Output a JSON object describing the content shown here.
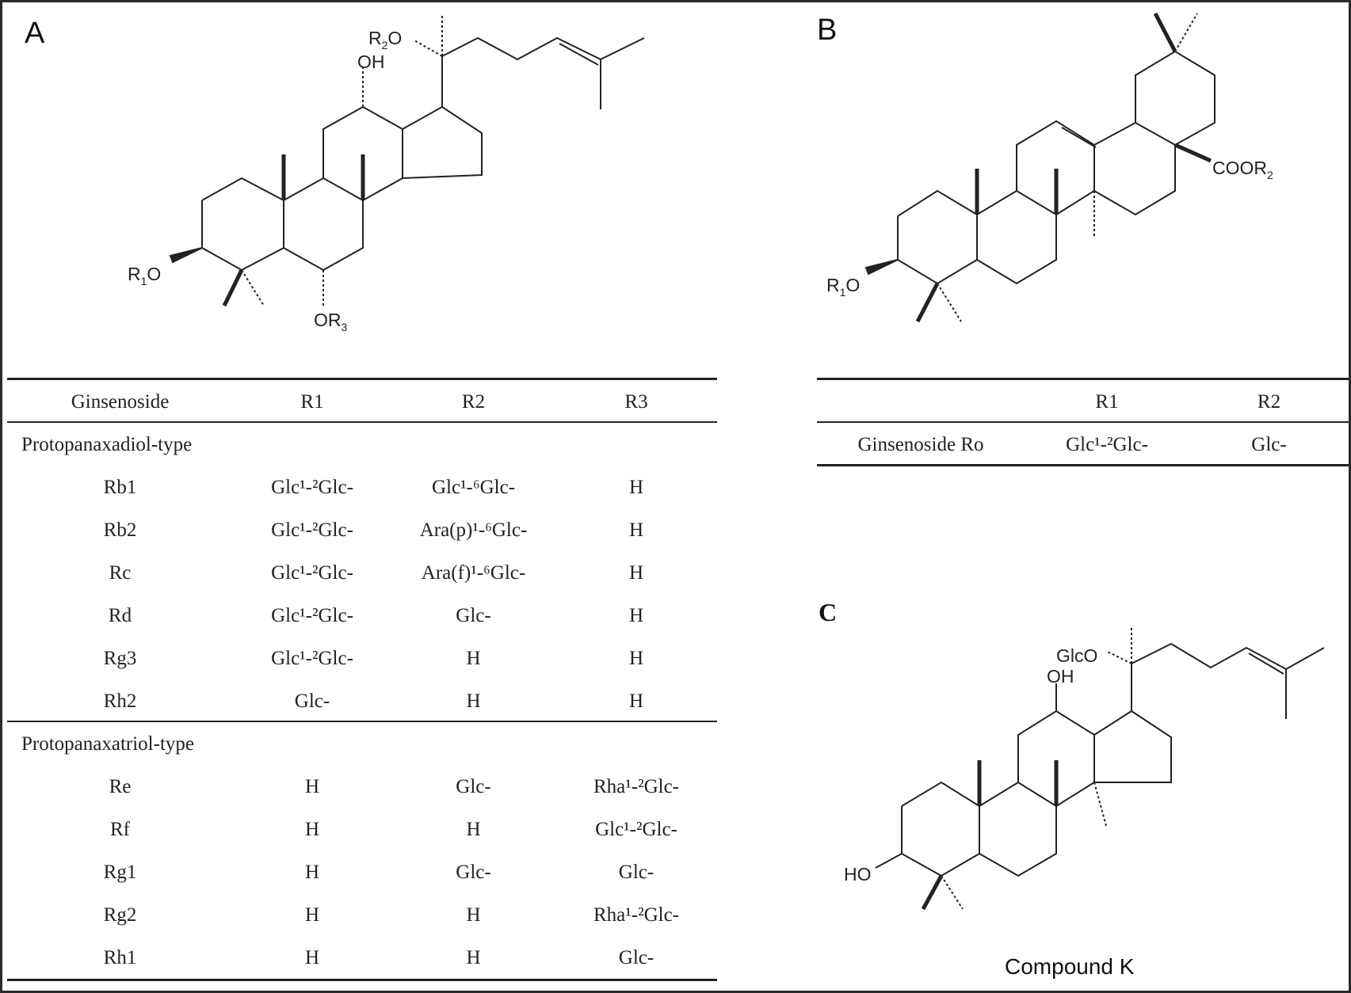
{
  "panels": {
    "a": {
      "letter": "A",
      "substituents": {
        "r2o": "R",
        "r2o_sub": "2",
        "r2o_tail": "O",
        "oh": "OH",
        "r1o": "R",
        "r1o_sub": "1",
        "r1o_tail": "O",
        "or3": "OR",
        "or3_sub": "3"
      },
      "table": {
        "headers": [
          "Ginsenoside",
          "R1",
          "R2",
          "R3"
        ],
        "groups": [
          {
            "title": "Protopanaxadiol-type",
            "rows": [
              [
                "Rb1",
                "Glc¹-²Glc-",
                "Glc¹-⁶Glc-",
                "H"
              ],
              [
                "Rb2",
                "Glc¹-²Glc-",
                "Ara(p)¹-⁶Glc-",
                "H"
              ],
              [
                "Rc",
                "Glc¹-²Glc-",
                "Ara(f)¹-⁶Glc-",
                "H"
              ],
              [
                "Rd",
                "Glc¹-²Glc-",
                "Glc-",
                "H"
              ],
              [
                "Rg3",
                "Glc¹-²Glc-",
                "H",
                "H"
              ],
              [
                "Rh2",
                "Glc-",
                "H",
                "H"
              ]
            ]
          },
          {
            "title": "Protopanaxatriol-type",
            "rows": [
              [
                "Re",
                "H",
                "Glc-",
                "Rha¹-²Glc-"
              ],
              [
                "Rf",
                "H",
                "H",
                "Glc¹-²Glc-"
              ],
              [
                "Rg1",
                "H",
                "Glc-",
                "Glc-"
              ],
              [
                "Rg2",
                "H",
                "H",
                "Rha¹-²Glc-"
              ],
              [
                "Rh1",
                "H",
                "H",
                "Glc-"
              ]
            ]
          }
        ]
      }
    },
    "b": {
      "letter": "B",
      "substituents": {
        "cooR": "COOR",
        "cooR_sub": "2",
        "r1o": "R",
        "r1o_sub": "1",
        "r1o_tail": "O"
      },
      "table": {
        "headers": [
          "",
          "R1",
          "R2"
        ],
        "rows": [
          [
            "Ginsenoside Ro",
            "Glc¹-²Glc-",
            "Glc-"
          ]
        ]
      }
    },
    "c": {
      "letter": "C",
      "substituents": {
        "glco": "GlcO",
        "oh": "OH",
        "ho": "HO"
      },
      "caption": "Compound K"
    }
  }
}
